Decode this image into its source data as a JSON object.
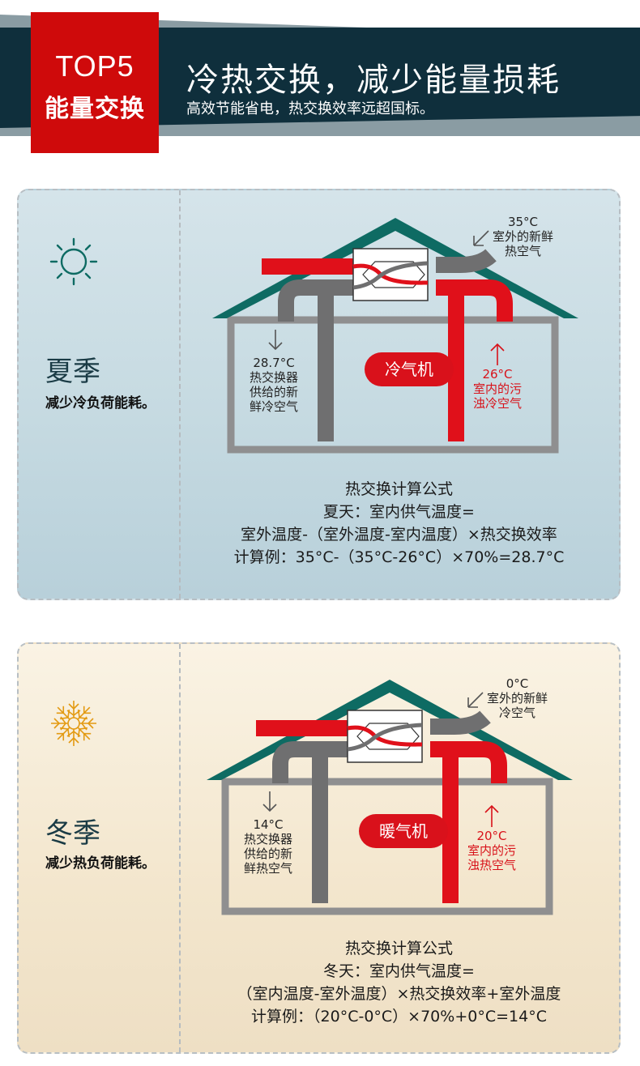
{
  "header": {
    "badge_top": "TOP5",
    "badge_sub": "能量交换",
    "title": "冷热交换，减少能量损耗",
    "subtitle": "高效节能省电，热交换效率远超国标。"
  },
  "colors": {
    "accent_red": "#cf0a0b",
    "header_dark": "#0f2f3c",
    "roof_teal": "#0e6b63",
    "duct_gray": "#6f6f70",
    "duct_red": "#e0101a"
  },
  "summer": {
    "icon": "sun-icon",
    "name": "夏季",
    "desc": "减少冷负荷能耗。",
    "outdoor_temp": "35°C",
    "outdoor_label_1": "室外的新鲜",
    "outdoor_label_2": "热空气",
    "supply_temp": "28.7°C",
    "supply_label_1": "热交换器",
    "supply_label_2": "供给的新",
    "supply_label_3": "鲜冷空气",
    "indoor_temp": "26°C",
    "indoor_label_1": "室内的污",
    "indoor_label_2": "浊冷空气",
    "appliance": "冷气机",
    "formula_title": "热交换计算公式",
    "formula_line1": "夏天：室内供气温度=",
    "formula_line2": "室外温度-（室外温度-室内温度）×热交换效率",
    "formula_line3": "计算例：35°C-（35°C-26°C）×70%=28.7°C"
  },
  "winter": {
    "icon": "snowflake-icon",
    "name": "冬季",
    "desc": "减少热负荷能耗。",
    "outdoor_temp": "0°C",
    "outdoor_label_1": "室外的新鲜",
    "outdoor_label_2": "冷空气",
    "supply_temp": "14°C",
    "supply_label_1": "热交换器",
    "supply_label_2": "供给的新",
    "supply_label_3": "鲜热空气",
    "indoor_temp": "20°C",
    "indoor_label_1": "室内的污",
    "indoor_label_2": "浊热空气",
    "appliance": "暖气机",
    "formula_title": "热交换计算公式",
    "formula_line1": "冬天：室内供气温度=",
    "formula_line2": "（室内温度-室外温度）×热交换效率+室外温度",
    "formula_line3": "计算例：（20°C-0°C）×70%+0°C=14°C"
  }
}
